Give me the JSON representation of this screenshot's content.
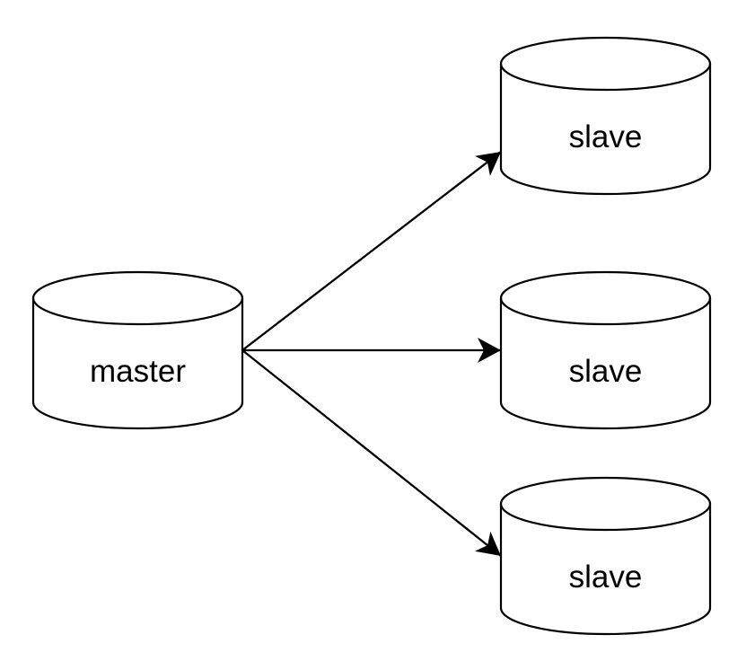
{
  "diagram": {
    "type": "flow",
    "description": "master-slave replication diagram",
    "nodes": [
      {
        "id": "master",
        "shape": "database-cylinder",
        "label": "master"
      },
      {
        "id": "slave-1",
        "shape": "database-cylinder",
        "label": "slave"
      },
      {
        "id": "slave-2",
        "shape": "database-cylinder",
        "label": "slave"
      },
      {
        "id": "slave-3",
        "shape": "database-cylinder",
        "label": "slave"
      }
    ],
    "edges": [
      {
        "from": "master",
        "to": "slave-1",
        "arrowhead": "filled-classic"
      },
      {
        "from": "master",
        "to": "slave-2",
        "arrowhead": "filled-classic"
      },
      {
        "from": "master",
        "to": "slave-3",
        "arrowhead": "filled-classic"
      }
    ],
    "colors": {
      "background": "#ffffff",
      "node_fill": "#ffffff",
      "stroke": "#000000",
      "text": "#000000"
    }
  }
}
